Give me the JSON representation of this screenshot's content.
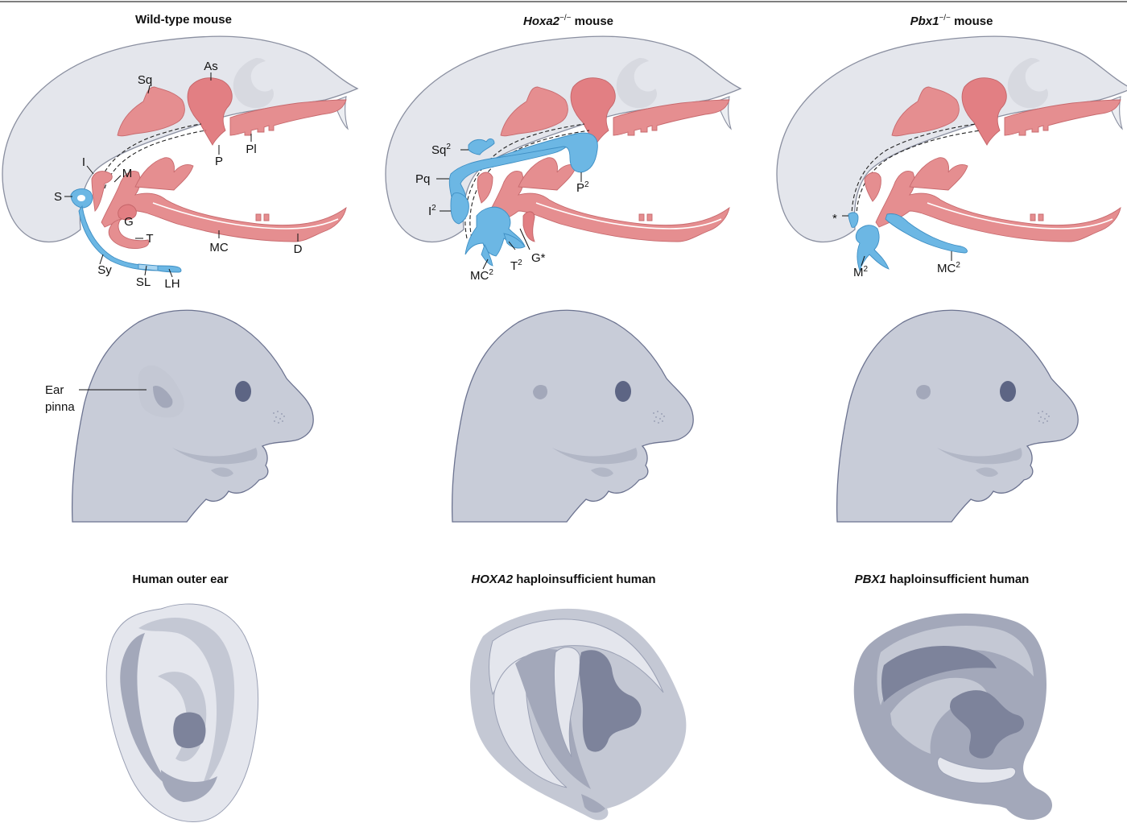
{
  "panel_titles": {
    "wild_type": {
      "main": "Wild-type mouse"
    },
    "hoxa2": {
      "gene": "Hoxa2",
      "sup": "−/−",
      "rest": " mouse"
    },
    "pbx1": {
      "gene": "Pbx1",
      "sup": "−/−",
      "rest": " mouse"
    },
    "human_outer_ear": {
      "main": "Human outer ear"
    },
    "hoxa2_human": {
      "gene": "HOXA2",
      "rest": " haploinsufficient human"
    },
    "pbx1_human": {
      "gene": "PBX1",
      "rest": " haploinsufficient human"
    }
  },
  "wild_type_labels": {
    "sq": "Sq",
    "as": "As",
    "p": "P",
    "pl": "Pl",
    "i": "I",
    "m": "M",
    "s": "S",
    "g": "G",
    "t": "T",
    "mc": "MC",
    "d": "D",
    "sy": "Sy",
    "sl": "SL",
    "lh": "LH"
  },
  "hoxa2_labels": {
    "sq2": "Sq",
    "pq": "Pq",
    "i2": "I",
    "p2": "P",
    "mc2": "MC",
    "t2": "T",
    "g_star": "G*",
    "sup": "2"
  },
  "pbx1_labels": {
    "star": "*",
    "m2": "M",
    "mc2": "MC",
    "sup": "2"
  },
  "pup_labels": {
    "ear_line1": "Ear",
    "ear_line2": "pinna"
  },
  "colors": {
    "bone": "#e58e90",
    "cartilage": "#6cb7e4",
    "skull": "#e4e6ec",
    "pup": "#c8ccd8"
  }
}
